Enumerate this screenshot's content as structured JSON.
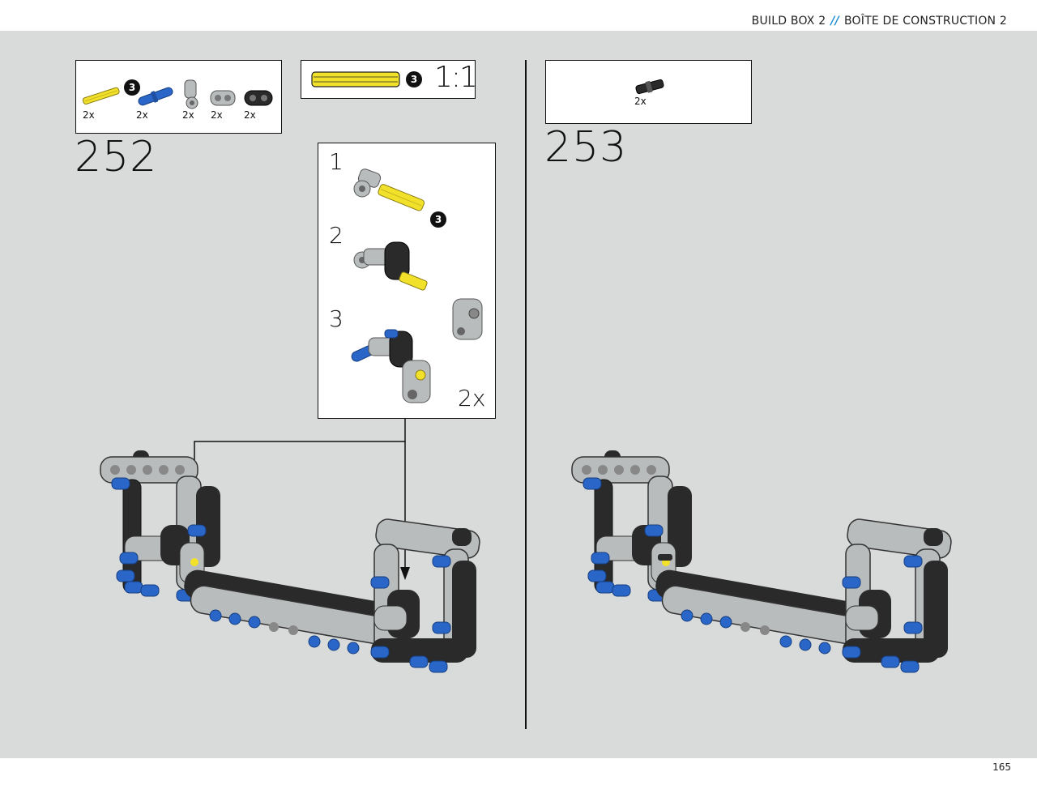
{
  "header": {
    "title_left": "BUILD BOX 2",
    "separator": "//",
    "title_right": "BOÎTE DE CONSTRUCTION 2"
  },
  "footer": {
    "page_number": "165"
  },
  "step_252": {
    "number": "252",
    "parts": [
      {
        "icon": "yellow-axle-icon",
        "qty": "2x",
        "badge": "3"
      },
      {
        "icon": "blue-pin-icon",
        "qty": "2x"
      },
      {
        "icon": "gray-pin-connector-icon",
        "qty": "2x"
      },
      {
        "icon": "gray-cross-block-icon",
        "qty": "2x"
      },
      {
        "icon": "black-beam-icon",
        "qty": "2x"
      }
    ],
    "scale_reference": {
      "icon": "yellow-axle-icon",
      "badge": "3",
      "label": "1:1"
    },
    "subassembly": {
      "substeps": [
        "1",
        "2",
        "3"
      ],
      "badge": "3",
      "multiplier": "2x"
    }
  },
  "step_253": {
    "number": "253",
    "parts": [
      {
        "icon": "black-axle-connector-icon",
        "qty": "2x"
      }
    ]
  },
  "colors": {
    "background": "#d9dbda",
    "accent": "#1e8fd6",
    "blue_pin": "#2a66c8",
    "yellow_axle": "#f2e12a",
    "gray_beam": "#b9bcbd",
    "black_beam": "#2a2a2a"
  }
}
